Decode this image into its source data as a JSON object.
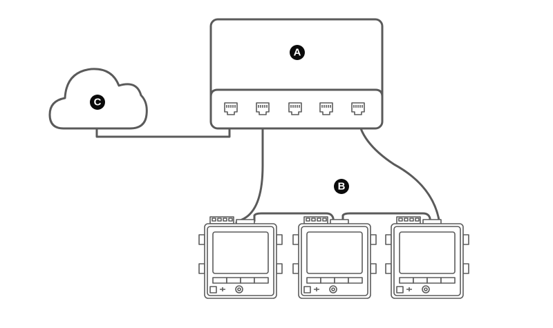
{
  "callouts": {
    "switch": "A",
    "daisy_chain": "B",
    "cloud": "C"
  },
  "switch": {
    "port_count": 5
  },
  "meters": {
    "count": 3
  },
  "colors": {
    "line": "#5a5a5a",
    "callout": "#0a0a0a",
    "background": "#ffffff"
  }
}
